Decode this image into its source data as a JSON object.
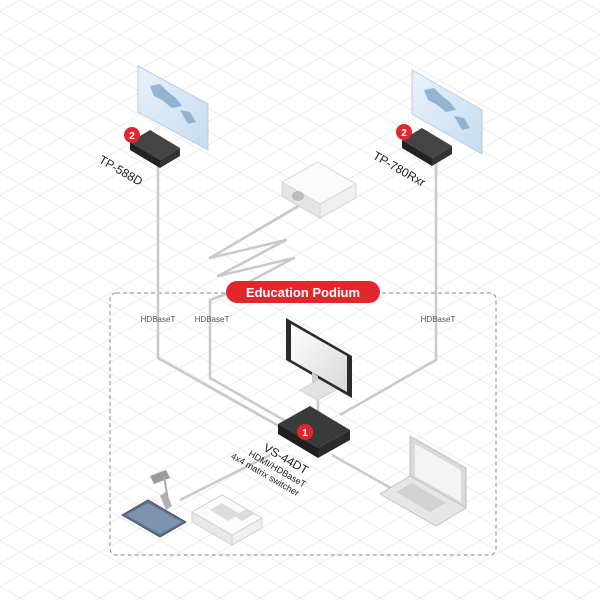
{
  "podium": {
    "title": "Education Podium"
  },
  "links": {
    "left_outer": "HDBaseT",
    "left_inner": "HDBaseT",
    "right": "HDBaseT"
  },
  "devices": {
    "receiver_left": {
      "name": "TP-588D",
      "badge": "2"
    },
    "receiver_right": {
      "name": "TP-780Rxr",
      "badge": "2"
    },
    "switcher": {
      "badge": "1",
      "name": "VS-44DT",
      "line1": "HDMI/HDBaseT",
      "line2": "4x4 matrix switcher"
    }
  },
  "colors": {
    "accent": "#e1262c",
    "device": "#2d2d2d",
    "cable": "#c9c9c9",
    "grid": "#e6e6e6",
    "dashed": "#8a8a8a"
  }
}
